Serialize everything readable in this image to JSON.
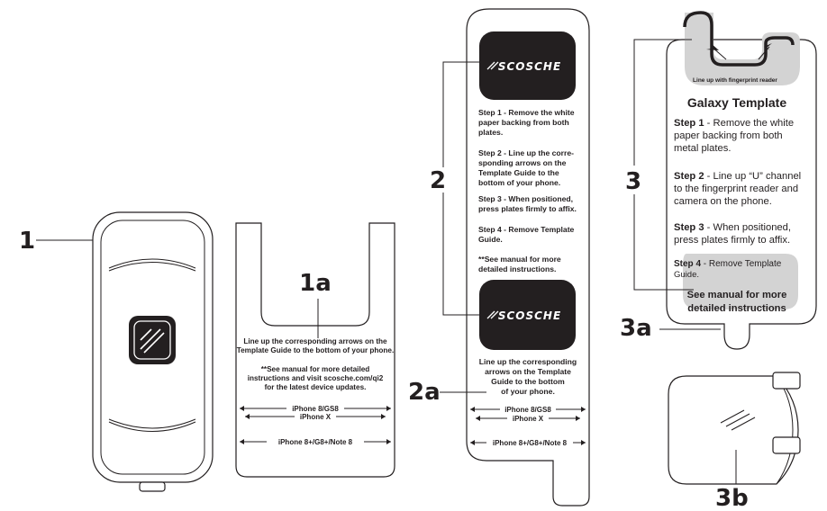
{
  "callouts": {
    "c1": "1",
    "c1a": "1a",
    "c2": "2",
    "c2a": "2a",
    "c3": "3",
    "c3a": "3a",
    "c3b": "3b"
  },
  "template1a": {
    "instruction": [
      "Line up the corresponding arrows on the",
      "Template Guide to the bottom of your phone."
    ],
    "note": [
      "**See manual for more detailed",
      "instructions and visit scosche.com/qi2",
      "for the latest device updates."
    ],
    "measures": [
      "iPhone 8/GS8",
      "iPhone X",
      "iPhone 8+/G8+/Note 8"
    ]
  },
  "template2a": {
    "brand_top": "SCOSCHE",
    "brand_bottom": "SCOSCHE",
    "step1": [
      "Step 1 - Remove the white",
      "paper backing from both",
      "plates."
    ],
    "step2": [
      "Step 2 - Line up the corre-",
      "sponding arrows on the",
      "Template Guide to the",
      "bottom of your phone."
    ],
    "step3": [
      "Step 3 - When positioned,",
      "press plates firmly to affix."
    ],
    "step4": [
      "Step 4 - Remove Template",
      "Guide."
    ],
    "note": [
      "**See manual for more",
      "detailed instructions."
    ],
    "instruction": [
      "Line up the corresponding",
      "arrows on the Template",
      "Guide to the bottom",
      "of your phone."
    ],
    "measures": [
      "iPhone 8/GS8",
      "iPhone X",
      "iPhone 8+/G8+/Note 8"
    ]
  },
  "galaxy": {
    "fingerprint_label": "Line up with fingerprint reader",
    "title": "Galaxy Template",
    "step1_label": "Step 1",
    "step1": [
      " - Remove the white",
      "paper backing from both",
      "metal plates."
    ],
    "step2_label": "Step 2",
    "step2": [
      " - Line up “U” channel",
      "to the fingerprint reader and",
      "camera on the phone."
    ],
    "step3_label": "Step 3",
    "step3": [
      " - When positioned,",
      "press plates firmly to affix."
    ],
    "step4_label": "Step 4",
    "step4": [
      " - Remove Template",
      "Guide."
    ],
    "note": [
      "See manual for more",
      "detailed instructions"
    ]
  },
  "colors": {
    "ink": "#231f20",
    "plate": "#231f20",
    "highlight": "#cfcfcf"
  }
}
